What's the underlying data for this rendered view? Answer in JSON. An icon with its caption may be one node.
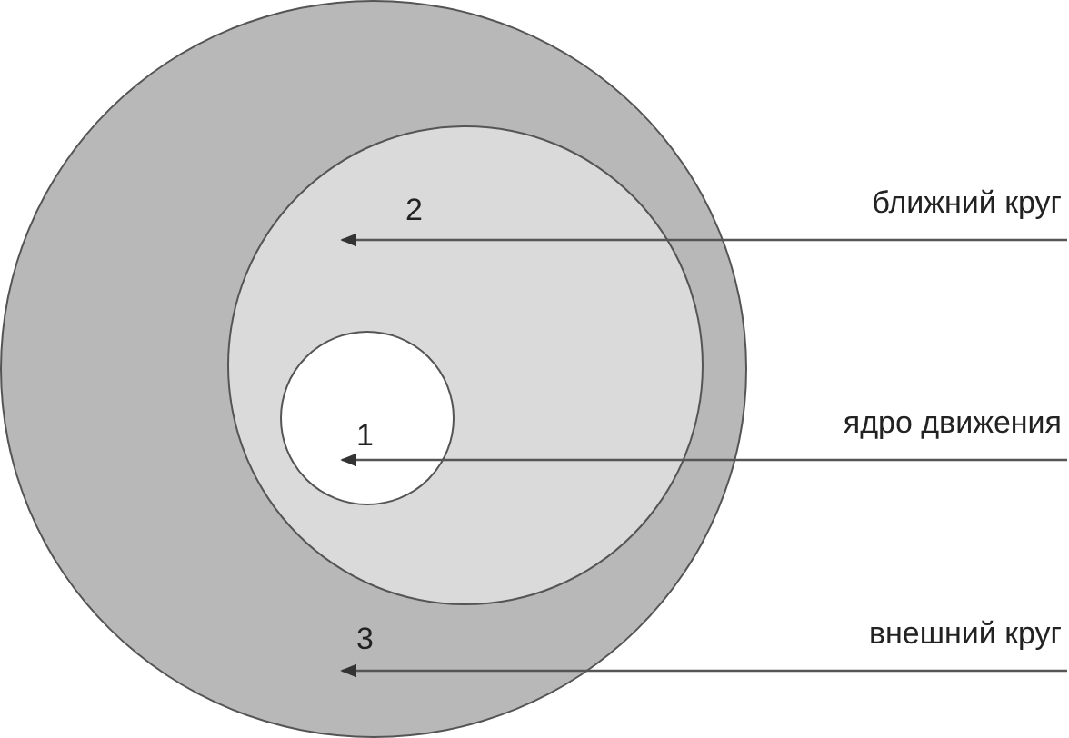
{
  "diagram": {
    "nodes": [
      {
        "text": [
          "3"
        ]
      },
      {
        "text": [
          "2"
        ],
        "in": 0
      },
      {
        "text": [
          "1"
        ],
        "in": 1
      },
      {
        "text": [
          "ближний круг"
        ]
      },
      {
        "text": [
          "ядро движения"
        ]
      },
      {
        "text": [
          "внешний круг"
        ]
      }
    ],
    "edges": [
      {
        "from": 3,
        "to": 1,
        "arrow": "to"
      },
      {
        "from": 4,
        "to": 2,
        "arrow": "to"
      },
      {
        "from": 5,
        "to": 0,
        "arrow": "to"
      }
    ]
  }
}
